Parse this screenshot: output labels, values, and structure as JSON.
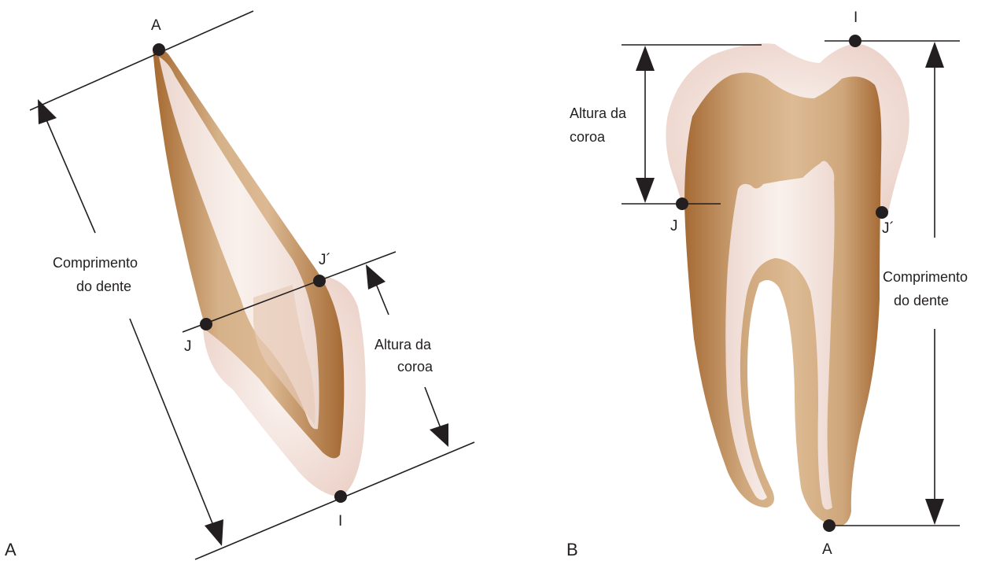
{
  "panel_a": {
    "panel_label": "A",
    "point_apex": "A",
    "point_j": "J",
    "point_j_prime": "J´",
    "point_incisal": "I",
    "length_label_line1": "Comprimento",
    "length_label_line2": "do dente",
    "crown_label_line1": "Altura da",
    "crown_label_line2": "coroa"
  },
  "panel_b": {
    "panel_label": "B",
    "point_incisal": "I",
    "point_j": "J",
    "point_j_prime": "J´",
    "point_apex": "A",
    "crown_label_line1": "Altura da",
    "crown_label_line2": "coroa",
    "length_label_line1": "Comprimento",
    "length_label_line2": "do dente"
  },
  "colors": {
    "dentin_dark": "#a56a34",
    "dentin_light": "#dcb98f",
    "enamel": "#f0dbd3",
    "pulp": "#f7ece6",
    "lines": "#231f20"
  }
}
